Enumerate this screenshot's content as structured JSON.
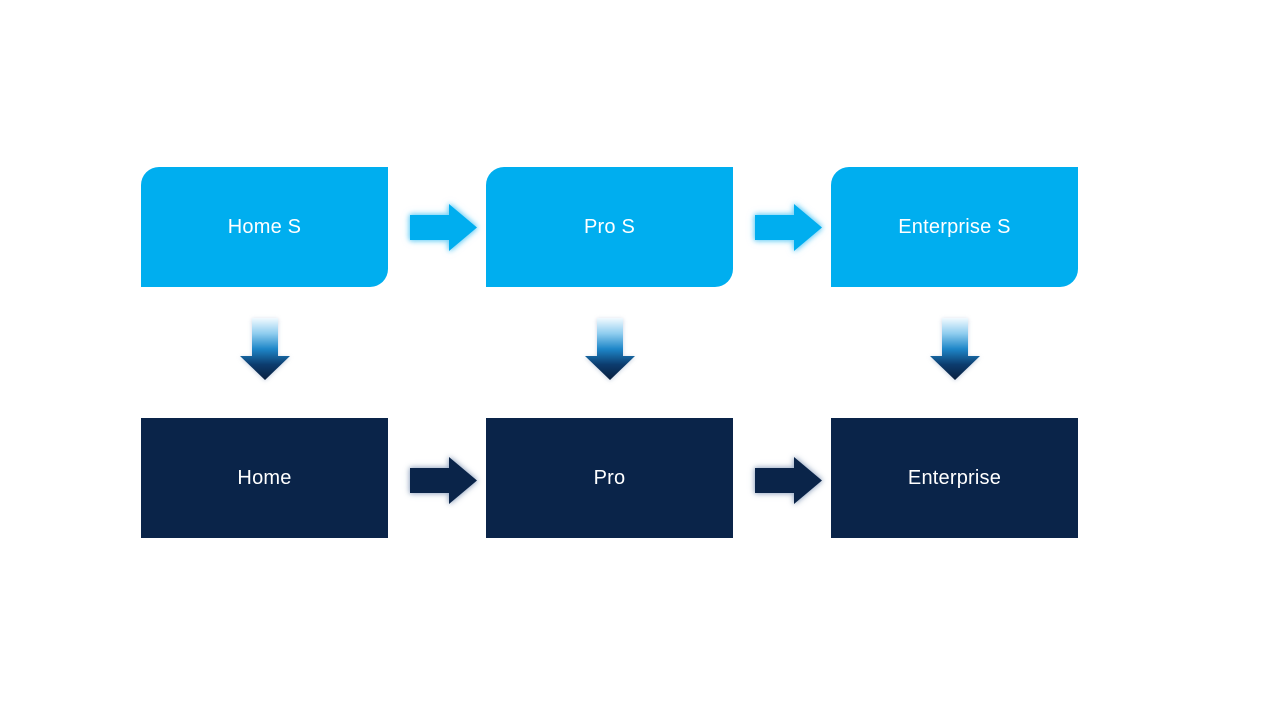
{
  "diagram": {
    "title": "",
    "top_row": [
      {
        "label": "Home S"
      },
      {
        "label": "Pro S"
      },
      {
        "label": "Enterprise S"
      }
    ],
    "bottom_row": [
      {
        "label": "Home"
      },
      {
        "label": "Pro"
      },
      {
        "label": "Enterprise"
      }
    ],
    "connections": [
      {
        "from": "Home S",
        "to": "Pro S",
        "type": "right-arrow"
      },
      {
        "from": "Pro S",
        "to": "Enterprise S",
        "type": "right-arrow"
      },
      {
        "from": "Home",
        "to": "Pro",
        "type": "right-arrow"
      },
      {
        "from": "Pro",
        "to": "Enterprise",
        "type": "right-arrow"
      },
      {
        "from": "Home S",
        "to": "Home",
        "type": "down-arrow"
      },
      {
        "from": "Pro S",
        "to": "Pro",
        "type": "down-arrow"
      },
      {
        "from": "Enterprise S",
        "to": "Enterprise",
        "type": "down-arrow"
      }
    ],
    "colors": {
      "background": "#FFFFFF",
      "top_box_fill": "#00AEEF",
      "bottom_box_fill": "#0A2449",
      "text": "#FFFFFF",
      "down_arrow_gradient": [
        "#F2FAFE",
        "#8FCDEF",
        "#1E86C8",
        "#0C3C6E",
        "#091F3E"
      ]
    }
  }
}
